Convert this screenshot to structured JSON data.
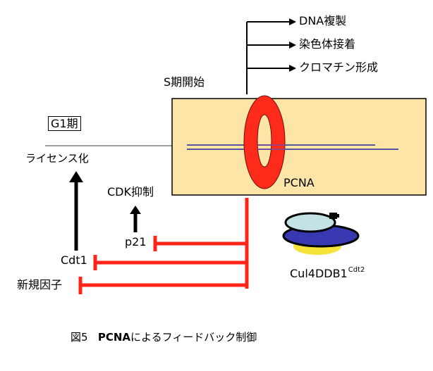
{
  "colors": {
    "cell_box_fill": "#fde5a7",
    "pcna_ring": "#ff2b1a",
    "inhibition": "#ff2418",
    "dna_strand": "#5555a0",
    "ddb1_body": "#3838b0",
    "cdt2_cap": "#c4e2e6",
    "cul4_base": "#f5e23a",
    "activation_arrow": "#000000"
  },
  "labels": {
    "downstream": [
      "DNA複製",
      "染色体接着",
      "クロマチン形成"
    ],
    "s_phase_start": "S期開始",
    "g1_phase": "G1期",
    "licensing": "ライセンス化",
    "pcna": "PCNA",
    "cdk_inhibition": "CDK抑制",
    "p21": "p21",
    "cdt1": "Cdt1",
    "new_factor": "新規因子",
    "ligase_name": "Cul4DDB1",
    "ligase_superscript": "Cdt2"
  },
  "caption": {
    "figure_number": "図5",
    "subject": "PCNA",
    "rest": "によるフィードバック制御"
  },
  "relations": [
    {
      "from": "S期開始",
      "to": "DNA複製",
      "type": "activates"
    },
    {
      "from": "S期開始",
      "to": "染色体接着",
      "type": "activates"
    },
    {
      "from": "S期開始",
      "to": "クロマチン形成",
      "type": "activates"
    },
    {
      "from": "Cdt1",
      "to": "ライセンス化",
      "type": "activates"
    },
    {
      "from": "p21",
      "to": "CDK抑制",
      "type": "activates"
    },
    {
      "from": "PCNA",
      "to": "p21",
      "type": "inhibits"
    },
    {
      "from": "PCNA",
      "to": "Cdt1",
      "type": "inhibits"
    },
    {
      "from": "PCNA",
      "to": "新規因子",
      "type": "inhibits"
    }
  ]
}
